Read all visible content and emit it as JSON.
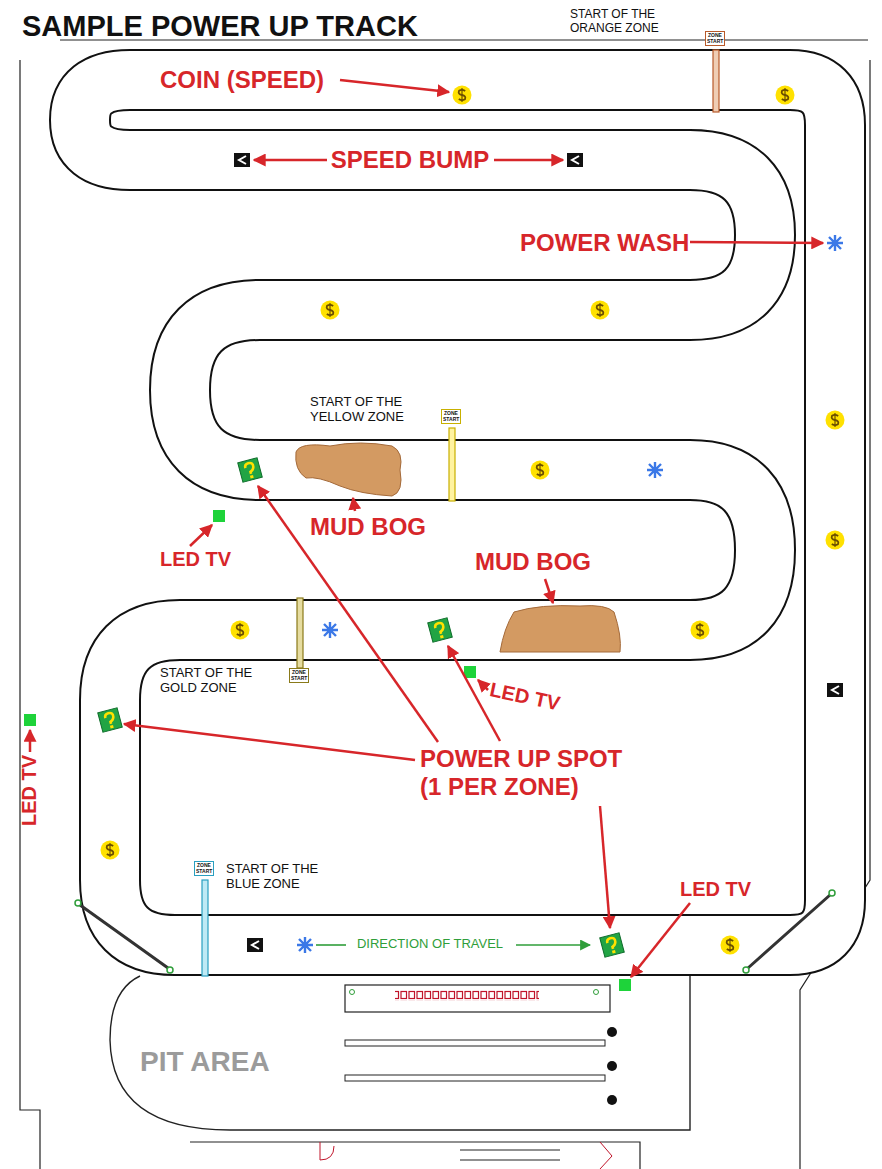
{
  "diagram": {
    "title": "SAMPLE POWER UP TRACK",
    "nodes": [
      {
        "text": [
          "ZONE START"
        ]
      },
      {
        "text": [
          "ZONE START"
        ]
      },
      {
        "text": [
          "ZONE START"
        ]
      },
      {
        "text": [
          "ZONE START"
        ]
      }
    ],
    "labels": [
      "START OF THE ORANGE ZONE",
      "COIN (SPEED)",
      "SPEED BUMP",
      "POWER WASH",
      "LED TV",
      "START OF THE YELLOW ZONE",
      "LED TV",
      "MUD BOG",
      "MUD BOG",
      "START OF THE GOLD ZONE",
      "POWER UP SPOT (1 PER ZONE)",
      "LED TV",
      "START OF THE BLUE ZONE",
      "DIRECTION OF TRAVEL",
      "LED TV",
      "PIT AREA"
    ]
  }
}
